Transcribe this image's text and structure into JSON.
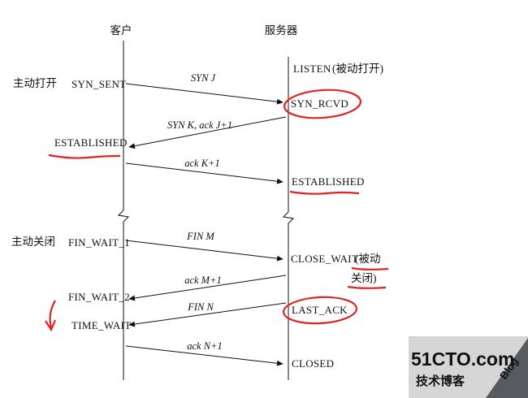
{
  "title": {
    "client": "客户",
    "server": "服务器"
  },
  "annotations": {
    "active_open": "主动打开",
    "passive_open": "(被动打开)",
    "active_close": "主动关闭",
    "passive_close_line1": "(被动",
    "passive_close_line2": "关闭)"
  },
  "states": {
    "syn_sent": "SYN_SENT",
    "established_left": "ESTABLISHED",
    "fin_wait_1": "FIN_WAIT_1",
    "fin_wait_2": "FIN_WAIT_2",
    "time_wait": "TIME_WAIT",
    "listen": "LISTEN",
    "syn_rcvd": "SYN_RCVD",
    "established_right": "ESTABLISHED",
    "close_wait": "CLOSE_WAIT",
    "last_ack": "LAST_ACK",
    "closed": "CLOSED"
  },
  "messages": {
    "syn_j": "SYN J",
    "syn_k_ack_j1": "SYN K, ack J+1",
    "ack_k1": "ack K+1",
    "fin_m": "FIN M",
    "ack_m1": "ack M+1",
    "fin_n": "FIN N",
    "ack_n1": "ack N+1"
  },
  "watermark": {
    "brand": "51CTO.com",
    "tagline": "技术博客",
    "vertical": "Blog"
  },
  "colors": {
    "ink": "#111111",
    "annotation_red": "#e02424",
    "watermark_bg": "#d6d6d6",
    "watermark_band": "#565b5f",
    "watermark_text": "#43484c"
  }
}
